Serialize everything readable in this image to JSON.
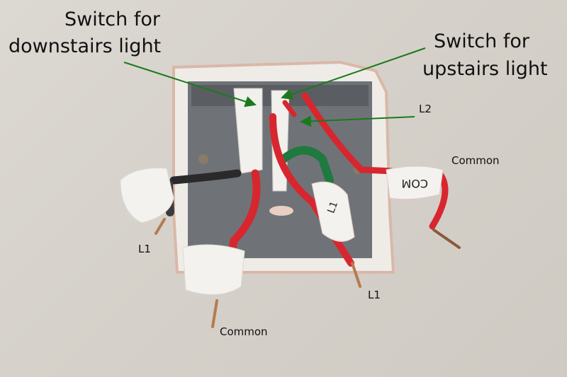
{
  "annotations": {
    "downstairs_switch": {
      "line1": "Switch for",
      "line2": "downstairs light"
    },
    "upstairs_switch": {
      "line1": "Switch for",
      "line2": "upstairs light"
    },
    "l2": "L2",
    "common_right": "Common",
    "l1_left": "L1",
    "common_bottom": "Common",
    "l1_bottom": "L1"
  },
  "tape_marks": {
    "right_tape": "COM",
    "center_tape": "L1"
  },
  "colors": {
    "arrow": "#1a7a1a",
    "wire_red": "#d8262e",
    "wire_green": "#1e7a3e",
    "wire_black": "#2a2a2a",
    "box_metal": "#6f7378",
    "wall": "#d8d4ce"
  }
}
